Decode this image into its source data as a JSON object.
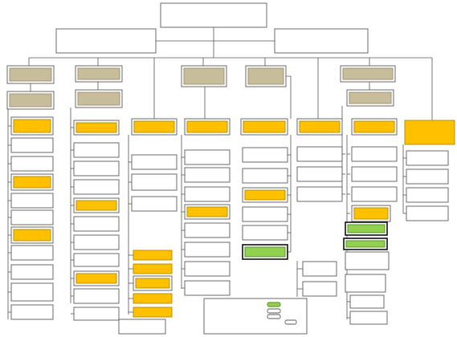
{
  "colors": {
    "background": "#ffffff",
    "line": "#555555",
    "box_border": "#5a5a5a",
    "empty_fill": "#ffffff",
    "tan_fill": "#c8bd9a",
    "tan_border": "#9a9070",
    "yellow_fill": "#ffc000",
    "yellow_border": "#b08a00",
    "green_fill": "#92d050",
    "green_border": "#4f8a22",
    "highlight_border": "#111111"
  },
  "legend": {
    "keys": [
      "green",
      "empty",
      "empty",
      "empty"
    ]
  },
  "chart_data": {
    "type": "org-chart",
    "levels": {
      "top": {
        "count": 1,
        "style": "empty"
      },
      "second": {
        "count": 2,
        "style": "empty"
      },
      "columns": [
        {
          "column": 1,
          "header_boxes": [
            "tan",
            "tan"
          ],
          "groups": [
            [
              "yellow",
              "empty",
              "empty"
            ],
            [
              "yellow",
              "empty",
              "empty"
            ],
            [
              "yellow",
              "empty",
              "empty",
              "empty",
              "empty"
            ]
          ]
        },
        {
          "column": 2,
          "header_boxes": [
            "tan",
            "tan"
          ],
          "groups": [
            [
              "yellow",
              "empty",
              "empty",
              "empty"
            ],
            [
              "yellow",
              "empty",
              "empty",
              "empty"
            ],
            [
              "yellow",
              "empty",
              "empty"
            ]
          ]
        },
        {
          "column": 3,
          "header_boxes": [],
          "groups": [
            [
              "yellow",
              "empty",
              "empty",
              "empty"
            ],
            [
              "yellow",
              "yellow",
              "yellow",
              "yellow",
              "yellow",
              "empty"
            ]
          ]
        },
        {
          "column": 4,
          "header_boxes": [
            "tan"
          ],
          "groups": [
            [
              "yellow",
              "empty",
              "empty",
              "empty"
            ],
            [
              "yellow",
              "empty",
              "empty",
              "empty",
              "empty"
            ]
          ]
        },
        {
          "column": 5,
          "header_boxes": [
            "tan"
          ],
          "groups": [
            [
              "yellow",
              "empty",
              "empty"
            ],
            [
              "yellow",
              "empty",
              "empty"
            ],
            [
              "green"
            ]
          ]
        },
        {
          "column": 6,
          "header_boxes": [],
          "groups": [
            [
              "yellow",
              "empty",
              "empty",
              "empty"
            ],
            [
              "empty",
              "empty"
            ]
          ]
        },
        {
          "column": 7,
          "header_boxes": [
            "tan",
            "tan"
          ],
          "groups": [
            [
              "yellow",
              "empty",
              "empty",
              "empty"
            ],
            [
              "yellow",
              "green-highlighted",
              "green-highlighted",
              "empty",
              "empty",
              "empty",
              "empty"
            ]
          ]
        },
        {
          "column": 8,
          "header_boxes": [],
          "groups": [
            [
              "yellow",
              "empty",
              "empty",
              "empty",
              "empty"
            ]
          ]
        }
      ]
    }
  }
}
